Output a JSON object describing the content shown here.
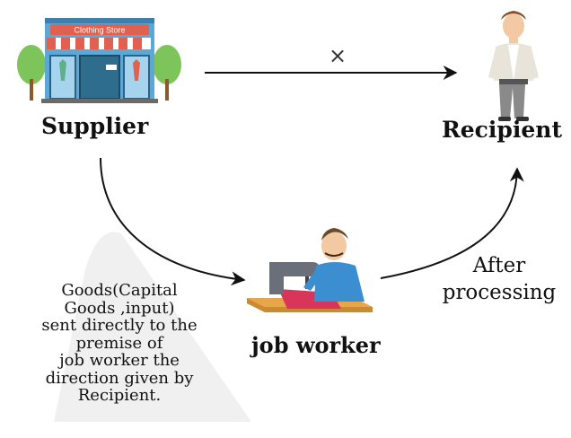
{
  "shop_sign": "Clothing Store",
  "nodes": {
    "supplier": "Supplier",
    "recipient": "Recipient",
    "job_worker": "job worker"
  },
  "edges": {
    "blocked_mark": "×",
    "after_processing_line1": "After",
    "after_processing_line2": "processing"
  },
  "goods_note": {
    "line1": "Goods(Capital",
    "line2": "Goods ,input)",
    "line3": "sent directly to the",
    "line4": "premise of",
    "line5": "job worker the",
    "line6": "direction given by",
    "line7": "Recipient."
  },
  "colors": {
    "store_wall": "#5ba7d6",
    "store_awning": "#e0614f",
    "trees": "#7dc45a",
    "arrows": "#111111",
    "watermark": "#e7e7e7"
  },
  "icons": [
    "store-illustration",
    "man-illustration",
    "tailor-illustration"
  ]
}
